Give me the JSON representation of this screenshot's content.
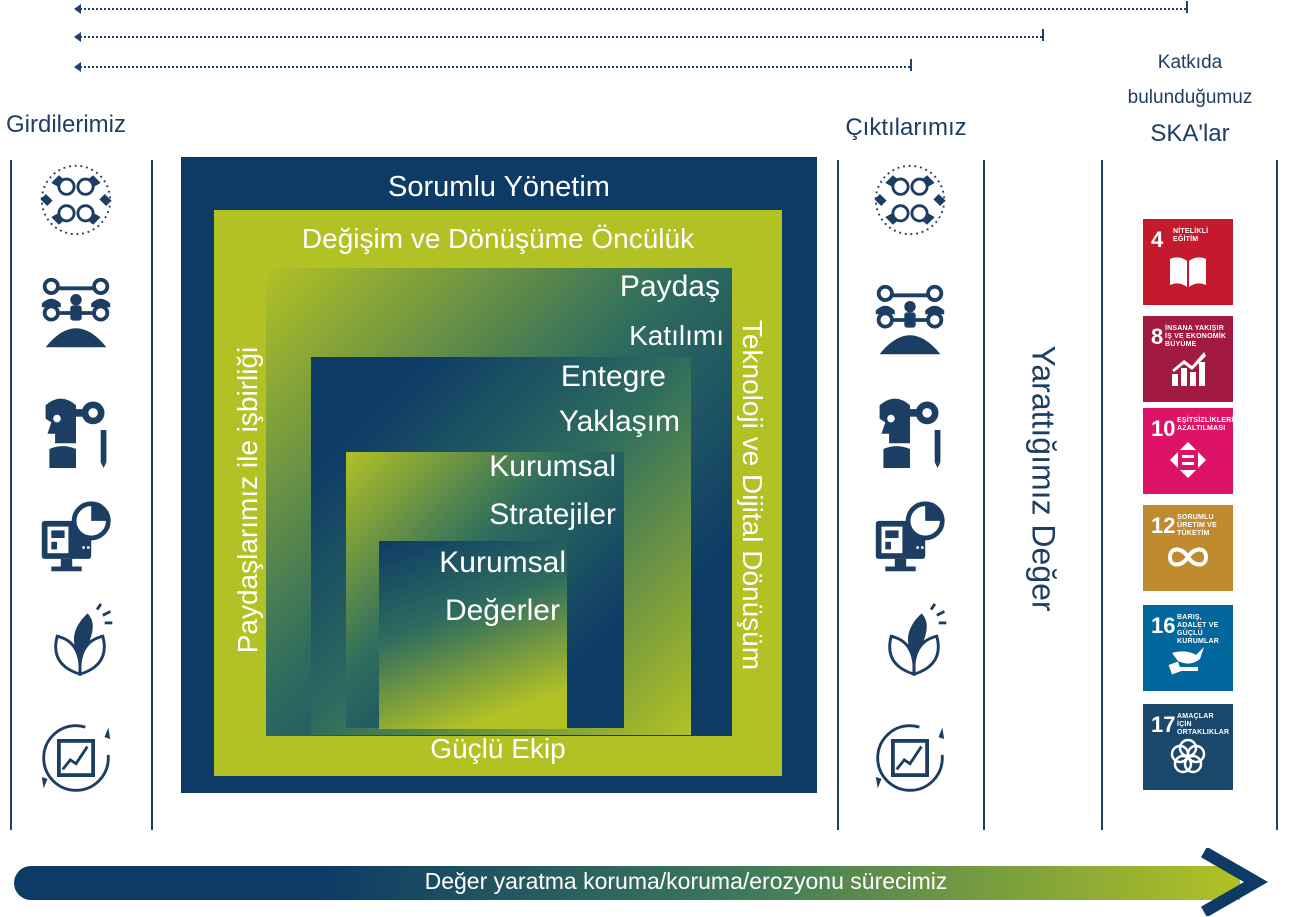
{
  "headers": {
    "inputs": "Girdilerimiz",
    "outputs": "Çıktılarımız",
    "sdg_line1": "Katkıda",
    "sdg_line2": "bulunduğumuz",
    "sdg_line3": "SKA'lar"
  },
  "center": {
    "outer": "Sorumlu Yönetim",
    "second": "Değişim ve Dönüşüme Öncülük",
    "left_vertical": "Paydaşlarımız ile işbirliği",
    "right_vertical": "Teknoloji ve Dijital Dönüşüm",
    "bottom": "Güçlü Ekip",
    "level1_line1": "Paydaş",
    "level1_line2": "Katılımı",
    "level2_line1": "Entegre",
    "level2_line2": "Yaklaşım",
    "level3_line1": "Kurumsal",
    "level3_line2": "Stratejiler",
    "level4_line1": "Kurumsal",
    "level4_line2": "Değerler"
  },
  "value_created": "Yarattığımız Değer",
  "process_arrow": "Değer yaratma koruma/koruma/erozyonu sürecimiz",
  "icons": [
    "collaboration-hands-icon",
    "network-people-icon",
    "key-head-icon",
    "monitor-chart-icon",
    "leaf-sun-icon",
    "growth-chart-cycle-icon"
  ],
  "sdgs": [
    {
      "number": "4",
      "label": "NİTELİKLİ EĞİTİM",
      "color": "#c5192d"
    },
    {
      "number": "8",
      "label": "İNSANA YAKIŞIR İŞ VE EKONOMİK BÜYÜME",
      "color": "#a21942"
    },
    {
      "number": "10",
      "label": "EŞİTSİZLİKLERİN AZALTILMASI",
      "color": "#dd1367"
    },
    {
      "number": "12",
      "label": "SORUMLU ÜRETİM VE TÜKETİM",
      "color": "#bf8b2e"
    },
    {
      "number": "16",
      "label": "BARIŞ, ADALET VE GÜÇLÜ KURUMLAR",
      "color": "#00689d"
    },
    {
      "number": "17",
      "label": "AMAÇLAR İÇİN ORTAKLIKLAR",
      "color": "#19486a"
    }
  ],
  "colors": {
    "navy": "#0d3b66",
    "lime": "#b2c124",
    "text": "#1d3e63"
  }
}
